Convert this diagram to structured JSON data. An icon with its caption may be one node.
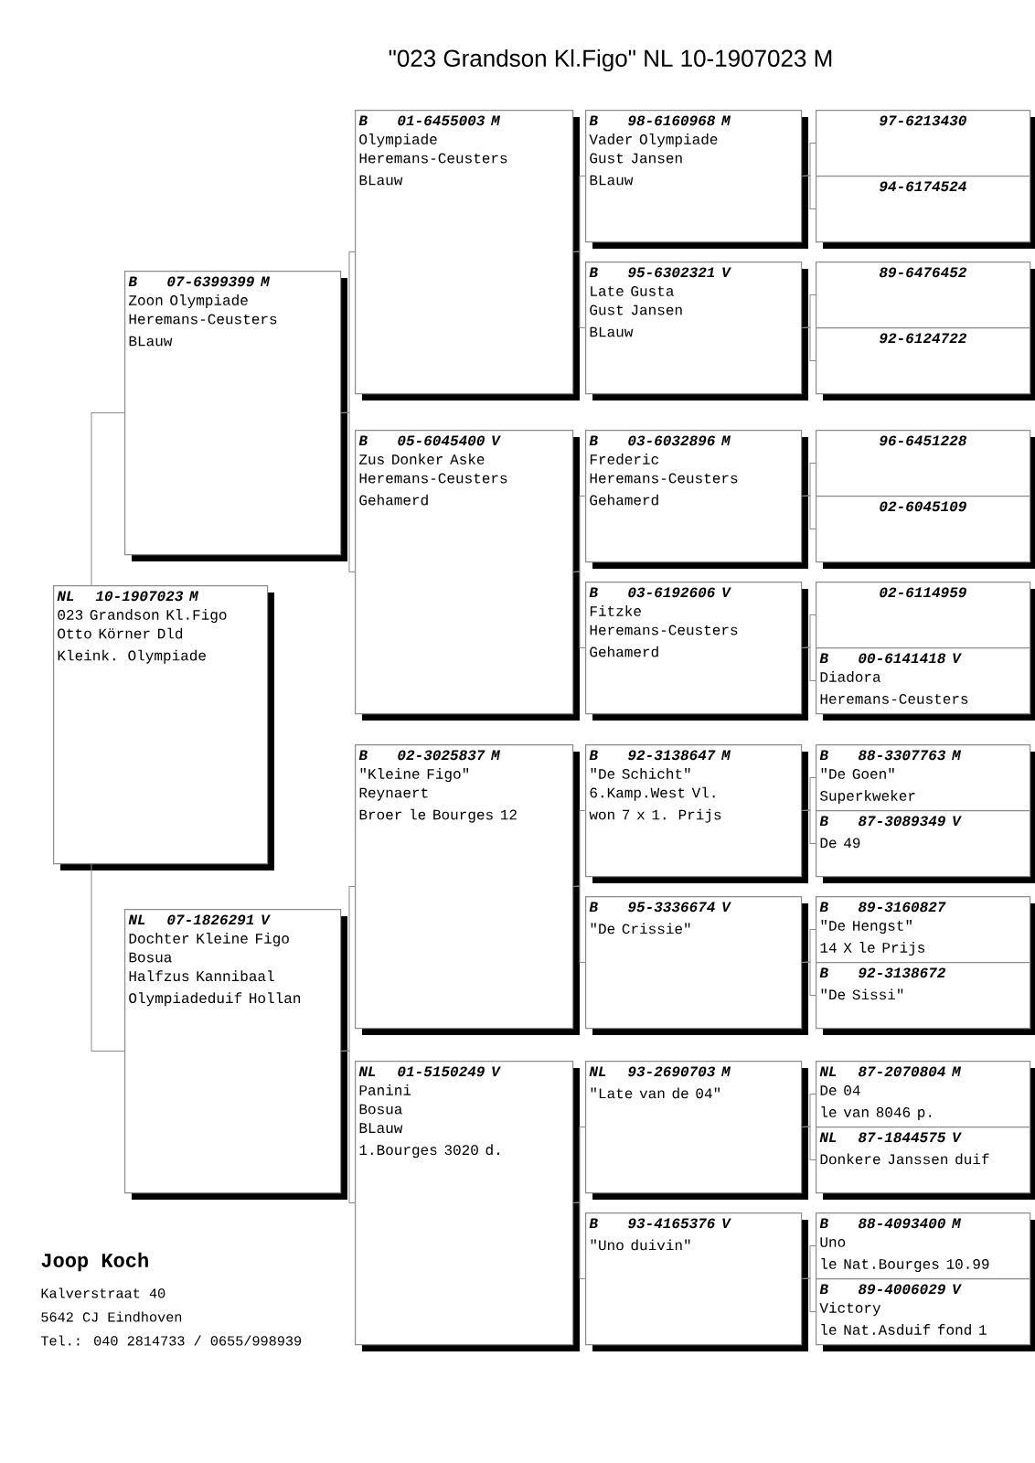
{
  "diagram": {
    "title": "\"023 Grandson Kl.Figo\"  NL  10-1907023 M",
    "nodes": [
      {
        "text": [
          "NL",
          "10-1907023 M",
          "023 Grandson Kl.Figo",
          "Otto Körner Dld",
          "Kleink. Olympiade"
        ]
      },
      {
        "text": [
          "B",
          "07-6399399 M",
          "Zoon Olympiade",
          "Heremans-Ceusters",
          "BLauw"
        ]
      },
      {
        "text": [
          "NL",
          "07-1826291 V",
          "Dochter Kleine Figo",
          "Bosua",
          "Halfzus Kannibaal",
          "Olympiadeduif Hollan"
        ]
      },
      {
        "text": [
          "B",
          "01-6455003 M",
          "Olympiade",
          "Heremans-Ceusters",
          "BLauw"
        ]
      },
      {
        "text": [
          "B",
          "05-6045400 V",
          "Zus Donker Aske",
          "Heremans-Ceusters",
          "Gehamerd"
        ]
      },
      {
        "text": [
          "B",
          "02-3025837 M",
          "\"Kleine Figo\"",
          "Reynaert",
          "Broer le Bourges 12"
        ]
      },
      {
        "text": [
          "NL",
          "01-5150249 V",
          "Panini",
          "Bosua",
          "BLauw",
          "1.Bourges 3020 d."
        ]
      },
      {
        "text": [
          "B",
          "98-6160968 M",
          "Vader Olympiade",
          "Gust Jansen",
          "BLauw"
        ]
      },
      {
        "text": [
          "B",
          "95-6302321 V",
          "Late Gusta",
          "Gust Jansen",
          "BLauw"
        ]
      },
      {
        "text": [
          "B",
          "03-6032896 M",
          "Frederic",
          "Heremans-Ceusters",
          "Gehamerd"
        ]
      },
      {
        "text": [
          "B",
          "03-6192606 V",
          "Fitzke",
          "Heremans-Ceusters",
          "Gehamerd"
        ]
      },
      {
        "text": [
          "B",
          "92-3138647 M",
          "\"De Schicht\"",
          "6.Kamp.West Vl.",
          "won 7 x 1. Prijs"
        ]
      },
      {
        "text": [
          "B",
          "95-3336674 V",
          "\"De Crissie\""
        ]
      },
      {
        "text": [
          "NL",
          "93-2690703 M",
          "\"Late van de 04\""
        ]
      },
      {
        "text": [
          "B",
          "93-4165376 V",
          "\"Uno duivin\""
        ]
      },
      {
        "text": [
          "97-6213430"
        ]
      },
      {
        "text": [
          "94-6174524"
        ]
      },
      {
        "text": [
          "89-6476452"
        ]
      },
      {
        "text": [
          "92-6124722"
        ]
      },
      {
        "text": [
          "96-6451228"
        ]
      },
      {
        "text": [
          "02-6045109"
        ]
      },
      {
        "text": [
          "02-6114959"
        ]
      },
      {
        "text": [
          "B",
          "00-6141418 V",
          "Diadora",
          "Heremans-Ceusters"
        ]
      },
      {
        "text": [
          "B",
          "88-3307763 M",
          "\"De Goen\"",
          "Superkweker"
        ]
      },
      {
        "text": [
          "B",
          "87-3089349 V",
          "De 49"
        ]
      },
      {
        "text": [
          "B",
          "89-3160827",
          "\"De Hengst\"",
          "14 X le Prijs"
        ]
      },
      {
        "text": [
          "B",
          "92-3138672",
          "\"De Sissi\""
        ]
      },
      {
        "text": [
          "NL",
          "87-2070804 M",
          "De 04",
          "le van 8046 p."
        ]
      },
      {
        "text": [
          "NL",
          "87-1844575 V",
          "Donkere Janssen duif"
        ]
      },
      {
        "text": [
          "B",
          "88-4093400 M",
          "Uno",
          "le Nat.Bourges 10.99"
        ]
      },
      {
        "text": [
          "B",
          "89-4006029 V",
          "Victory",
          "le Nat.Asduif fond 1"
        ]
      }
    ],
    "edges": [
      {
        "from": 0,
        "to": 1,
        "arrow": "none"
      },
      {
        "from": 0,
        "to": 2,
        "arrow": "none"
      },
      {
        "from": 1,
        "to": 3,
        "arrow": "none"
      },
      {
        "from": 1,
        "to": 4,
        "arrow": "none"
      },
      {
        "from": 2,
        "to": 5,
        "arrow": "none"
      },
      {
        "from": 2,
        "to": 6,
        "arrow": "none"
      },
      {
        "from": 3,
        "to": 7,
        "arrow": "none"
      },
      {
        "from": 3,
        "to": 8,
        "arrow": "none"
      },
      {
        "from": 4,
        "to": 9,
        "arrow": "none"
      },
      {
        "from": 4,
        "to": 10,
        "arrow": "none"
      },
      {
        "from": 5,
        "to": 11,
        "arrow": "none"
      },
      {
        "from": 5,
        "to": 12,
        "arrow": "none"
      },
      {
        "from": 6,
        "to": 13,
        "arrow": "none"
      },
      {
        "from": 6,
        "to": 14,
        "arrow": "none"
      },
      {
        "from": 7,
        "to": 15,
        "arrow": "none"
      },
      {
        "from": 7,
        "to": 16,
        "arrow": "none"
      },
      {
        "from": 8,
        "to": 17,
        "arrow": "none"
      },
      {
        "from": 8,
        "to": 18,
        "arrow": "none"
      },
      {
        "from": 9,
        "to": 19,
        "arrow": "none"
      },
      {
        "from": 9,
        "to": 20,
        "arrow": "none"
      },
      {
        "from": 10,
        "to": 21,
        "arrow": "none"
      },
      {
        "from": 10,
        "to": 22,
        "arrow": "none"
      },
      {
        "from": 11,
        "to": 23,
        "arrow": "none"
      },
      {
        "from": 11,
        "to": 24,
        "arrow": "none"
      },
      {
        "from": 12,
        "to": 25,
        "arrow": "none"
      },
      {
        "from": 12,
        "to": 26,
        "arrow": "none"
      },
      {
        "from": 13,
        "to": 27,
        "arrow": "none"
      },
      {
        "from": 13,
        "to": 28,
        "arrow": "none"
      },
      {
        "from": 14,
        "to": 29,
        "arrow": "none"
      },
      {
        "from": 14,
        "to": 30,
        "arrow": "none"
      }
    ],
    "labels": [
      "Joop Koch",
      "Kalverstraat 40",
      "5642 CJ  Eindhoven",
      "Tel.: 040 2814733 / 0655/998939"
    ]
  }
}
